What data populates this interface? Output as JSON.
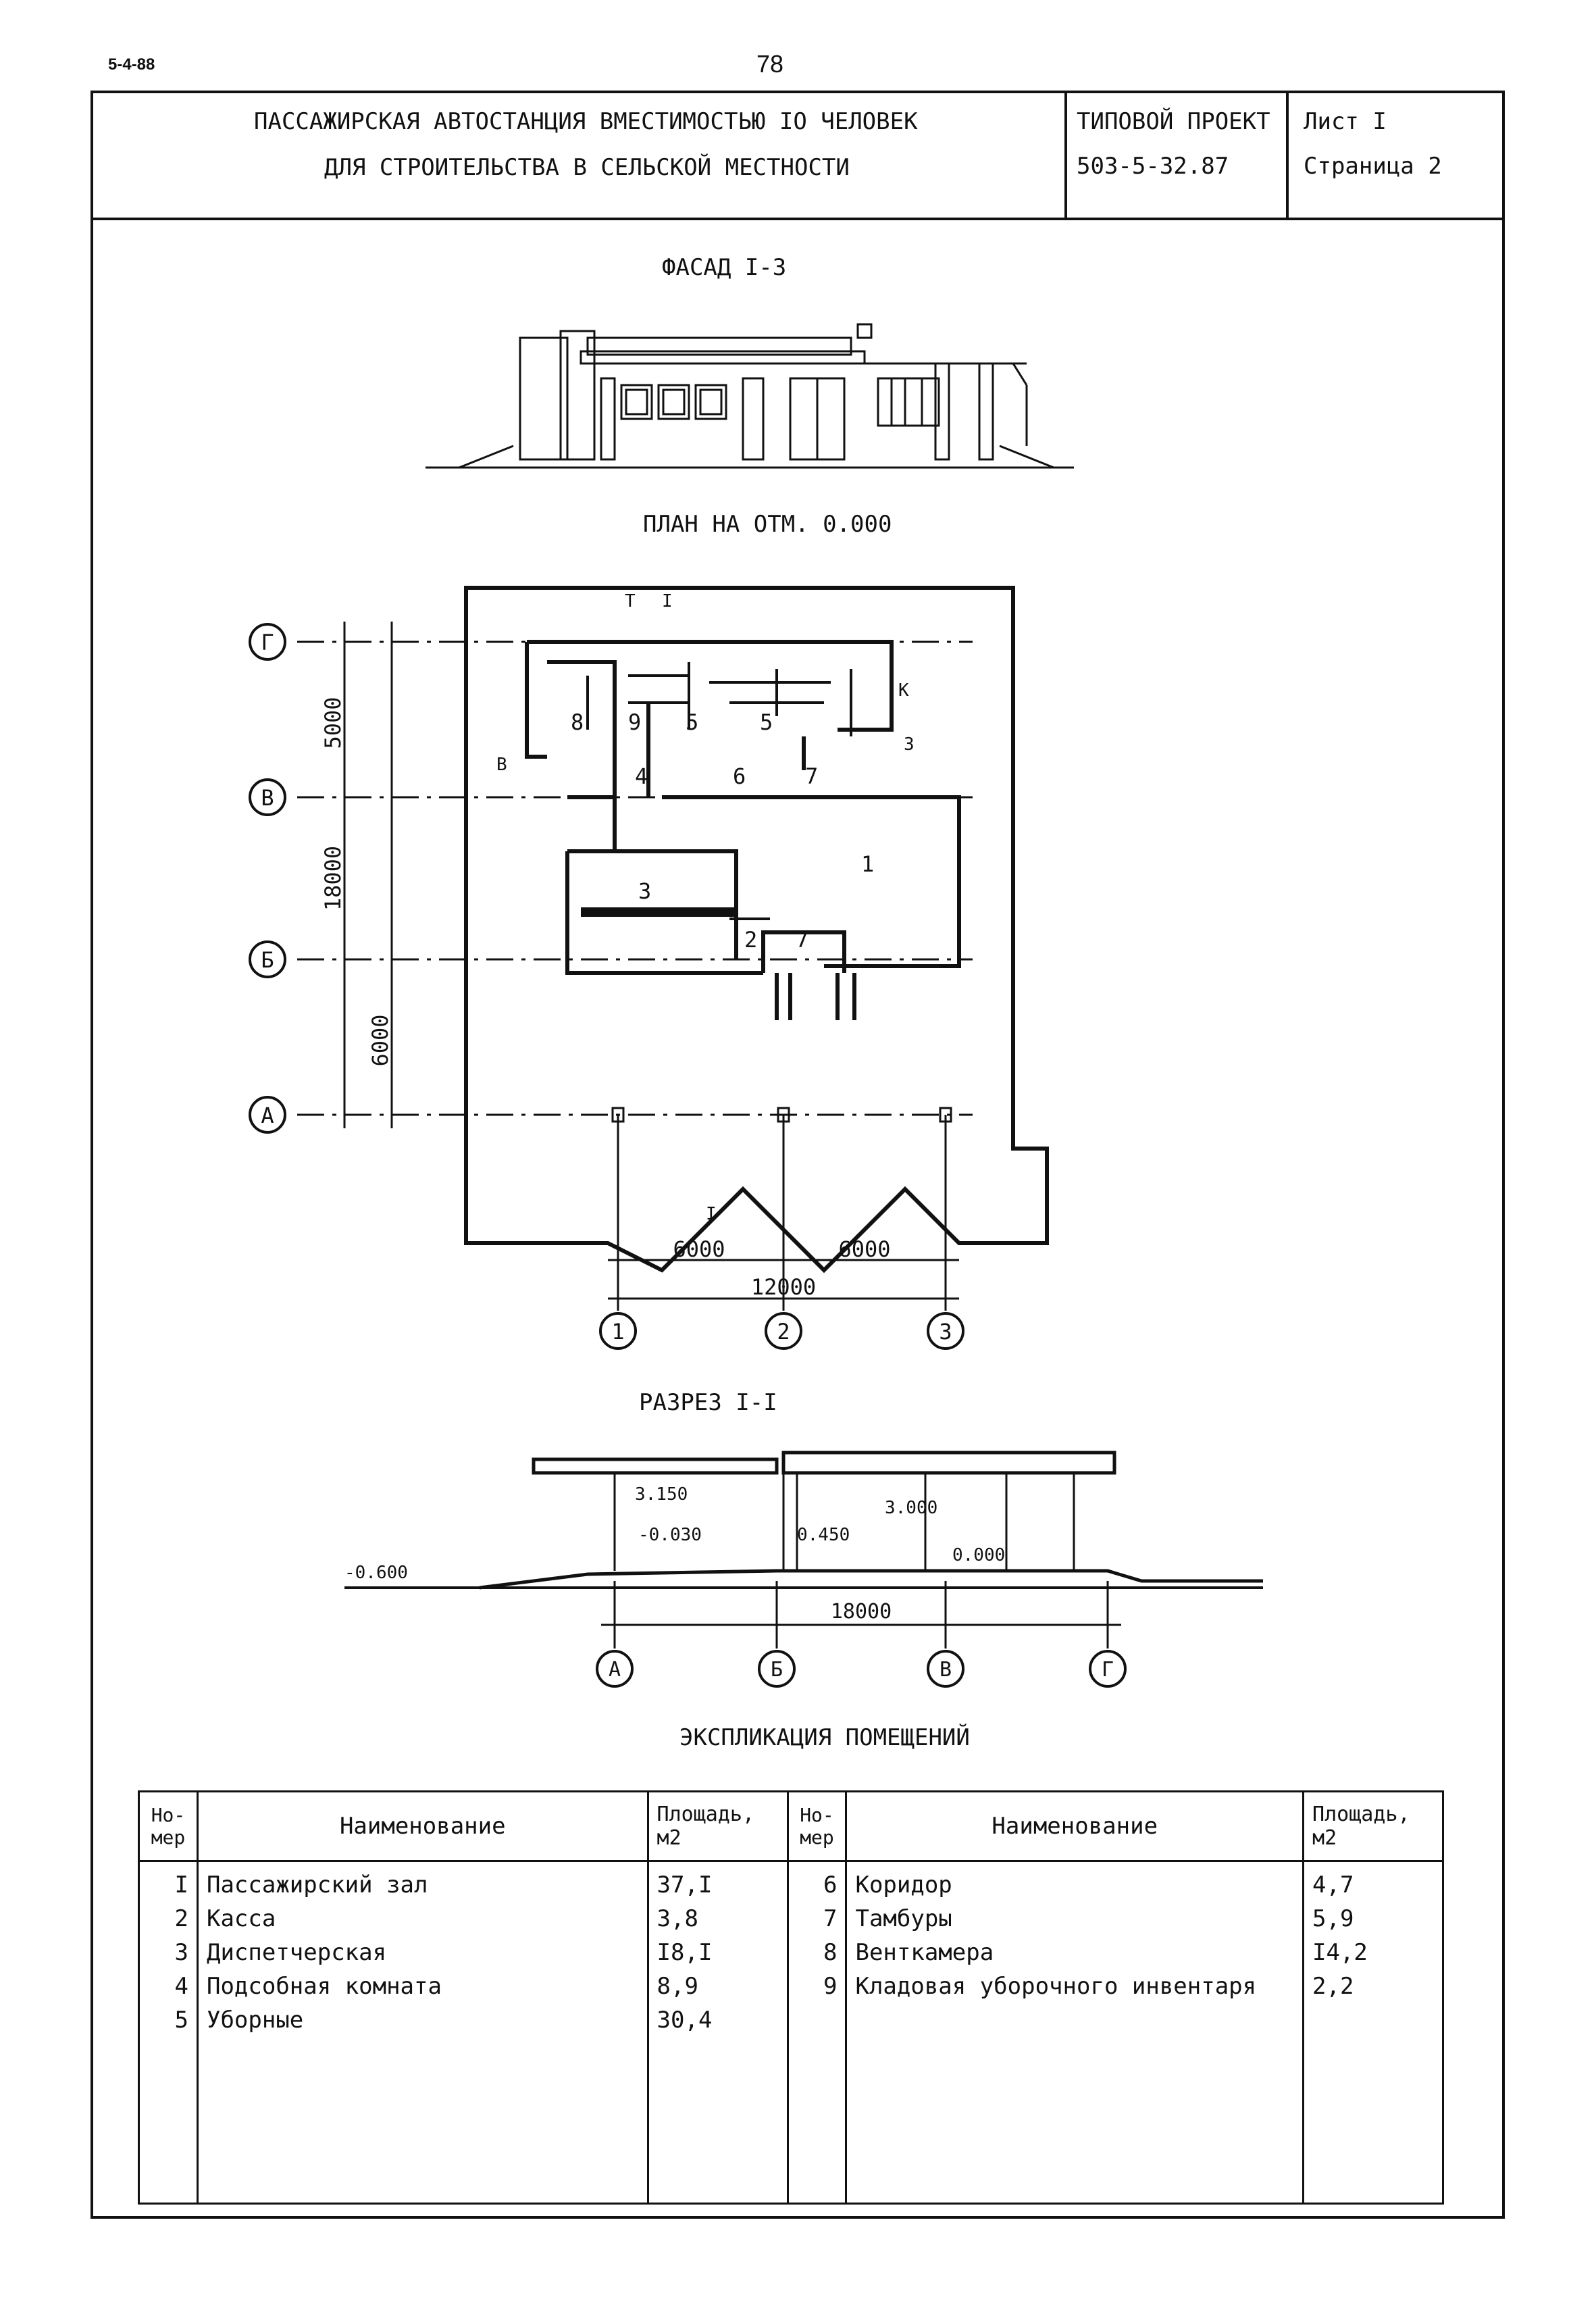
{
  "page": {
    "corner_code": "5-4-88",
    "page_number": "78"
  },
  "title_block": {
    "title_line1": "ПАССАЖИРСКАЯ АВТОСТАНЦИЯ ВМЕСТИМОСТЬЮ IO ЧЕЛОВЕК",
    "title_line2": "ДЛЯ СТРОИТЕЛЬСТВА В СЕЛЬСКОЙ МЕСТНОСТИ",
    "project_label": "ТИПОВОЙ ПРОЕКТ",
    "project_number": "503-5-32.87",
    "sheet": "Лист I",
    "page": "Страница 2"
  },
  "drawings": {
    "facade_caption": "ФАСАД I-3",
    "plan_caption": "ПЛАН НА ОТМ. 0.000",
    "section_caption": "РАЗРЕЗ I-I",
    "plan": {
      "axes_rows": [
        "Г",
        "В",
        "Б",
        "А"
      ],
      "axes_cols": [
        "1",
        "2",
        "3"
      ],
      "dim_5000": "5000",
      "dim_18000": "18000",
      "dim_6000_vertical": "6000",
      "dim_6000_left": "6000",
      "dim_6000_right": "6000",
      "dim_12000": "12000",
      "room_labels": [
        "8",
        "9",
        "5",
        "5",
        "4",
        "6",
        "7",
        "3",
        "1",
        "2",
        "7"
      ],
      "entrance_marks": [
        "Т",
        "I",
        "К",
        "З",
        "В",
        "I"
      ]
    },
    "section": {
      "level_minus_0600": "-0.600",
      "level_3150": "3.150",
      "level_minus_0030": "-0.030",
      "level_0450": "0.450",
      "level_3000": "3.000",
      "level_0000": "0.000",
      "dim_18000": "18000",
      "axes": [
        "А",
        "Б",
        "В",
        "Г"
      ]
    }
  },
  "explication": {
    "caption": "ЭКСПЛИКАЦИЯ ПОМЕЩЕНИЙ",
    "headers": {
      "number": "Но-мер",
      "name": "Наименование",
      "area": "Площадь, м2"
    },
    "left_rows": [
      {
        "n": "I",
        "name": "Пассажирский зал",
        "area": "37,I"
      },
      {
        "n": "2",
        "name": "Касса",
        "area": "3,8"
      },
      {
        "n": "3",
        "name": "Диспетчерская",
        "area": "I8,I"
      },
      {
        "n": "4",
        "name": "Подсобная комната",
        "area": "8,9"
      },
      {
        "n": "5",
        "name": "Уборные",
        "area": "30,4"
      }
    ],
    "right_rows": [
      {
        "n": "6",
        "name": "Коридор",
        "area": "4,7"
      },
      {
        "n": "7",
        "name": "Тамбуры",
        "area": "5,9"
      },
      {
        "n": "8",
        "name": "Венткамера",
        "area": "I4,2"
      },
      {
        "n": "9",
        "name": "Кладовая уборочного инвентаря",
        "area": "2,2"
      },
      {
        "n": "",
        "name": "",
        "area": ""
      }
    ]
  }
}
